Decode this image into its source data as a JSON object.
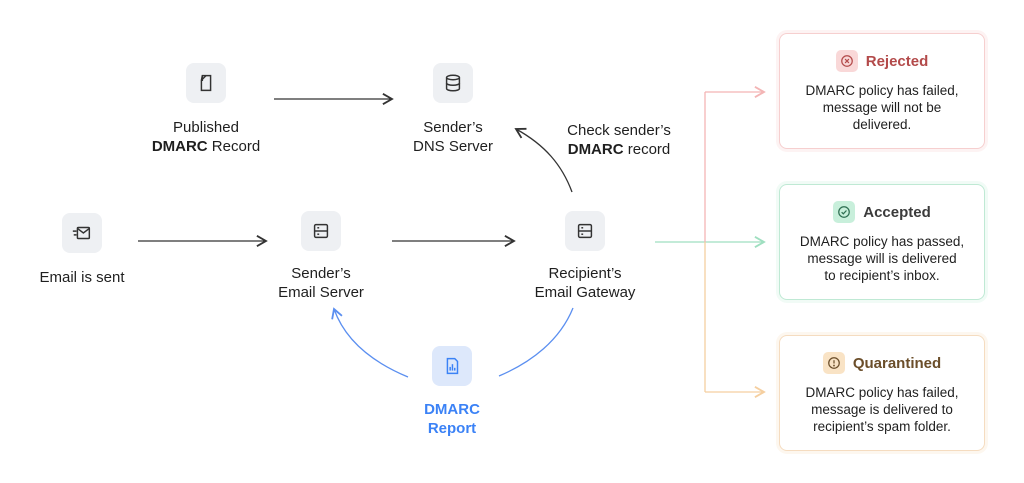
{
  "nodes": {
    "published_record": {
      "line1": "Published",
      "line2_bold": "DMARC",
      "line2_rest": " Record"
    },
    "dns_server": {
      "line1": "Sender’s",
      "line2": "DNS Server"
    },
    "check_record": {
      "line1": "Check sender’s",
      "line2_bold": "DMARC",
      "line2_rest": " record"
    },
    "email_sent": {
      "line1": "Email is sent"
    },
    "email_server": {
      "line1": "Sender’s",
      "line2": "Email Server"
    },
    "gateway": {
      "line1": "Recipient’s",
      "line2": "Email Gateway"
    },
    "report": {
      "line1": "DMARC",
      "line2": "Report"
    }
  },
  "outcomes": {
    "rejected": {
      "title": "Rejected",
      "desc": [
        "DMARC policy has failed,",
        "message will not be",
        "delivered."
      ],
      "color": "#b34a4a"
    },
    "accepted": {
      "title": "Accepted",
      "desc": [
        "DMARC policy has passed,",
        "message will is delivered",
        "to recipient’s inbox."
      ],
      "color": "#2f9e6b"
    },
    "quarantined": {
      "title": "Quarantined",
      "desc": [
        "DMARC policy has failed,",
        "message is delivered to",
        "recipient’s spam folder."
      ],
      "color": "#c47a1c"
    }
  },
  "icons": {
    "published_record": "document-icon",
    "dns_server": "database-icon",
    "email_sent": "send-mail-icon",
    "email_server": "server-icon",
    "gateway": "server-icon",
    "report": "report-chart-icon",
    "rejected": "x-circle-icon",
    "accepted": "check-circle-icon",
    "quarantined": "alert-circle-icon"
  }
}
